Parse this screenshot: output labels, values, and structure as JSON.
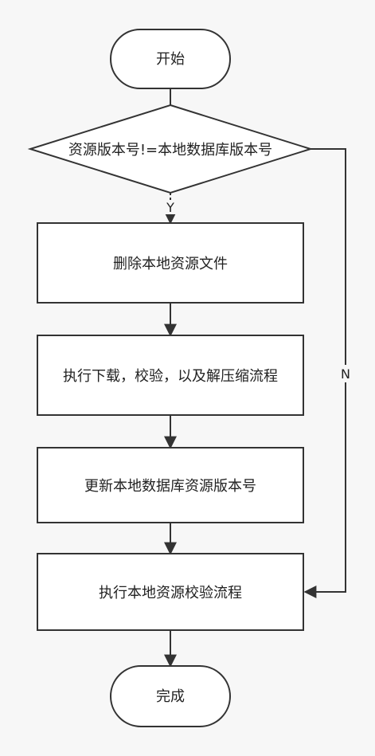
{
  "nodes": {
    "start": "开始",
    "decision": "资源版本号!=本地数据库版本号",
    "delete": "删除本地资源文件",
    "download": "执行下载，校验，以及解压缩流程",
    "update": "更新本地数据库资源版本号",
    "verify": "执行本地资源校验流程",
    "end": "完成"
  },
  "edges": {
    "yes": "Y",
    "no": "N"
  }
}
